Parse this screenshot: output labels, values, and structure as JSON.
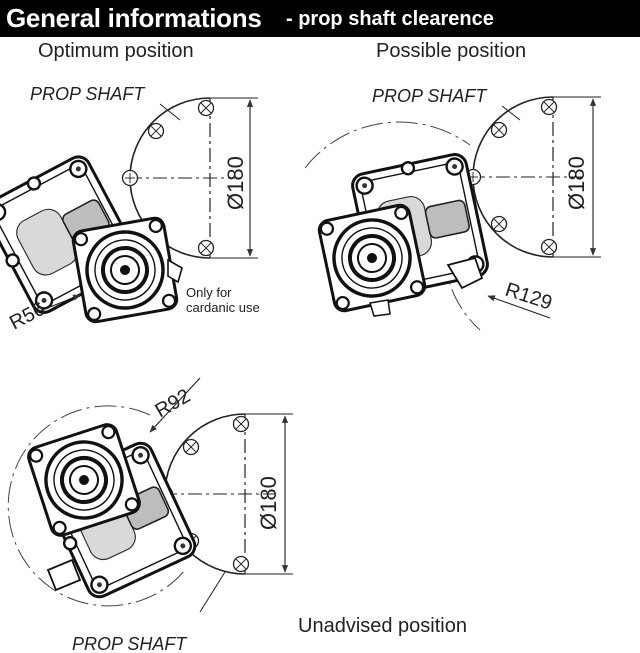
{
  "header": {
    "title": "General informations",
    "subtitle": "- prop shaft clearence"
  },
  "captions": {
    "optimum": "Optimum position",
    "possible": "Possible position",
    "unadvised": "Unadvised position"
  },
  "labels": {
    "prop_shaft": "PROP SHAFT",
    "dia_180": "Ø180",
    "r56": "R56",
    "r129": "R129",
    "r92": "R92",
    "only_for": "Only for",
    "cardanic_use": "cardanic use"
  }
}
